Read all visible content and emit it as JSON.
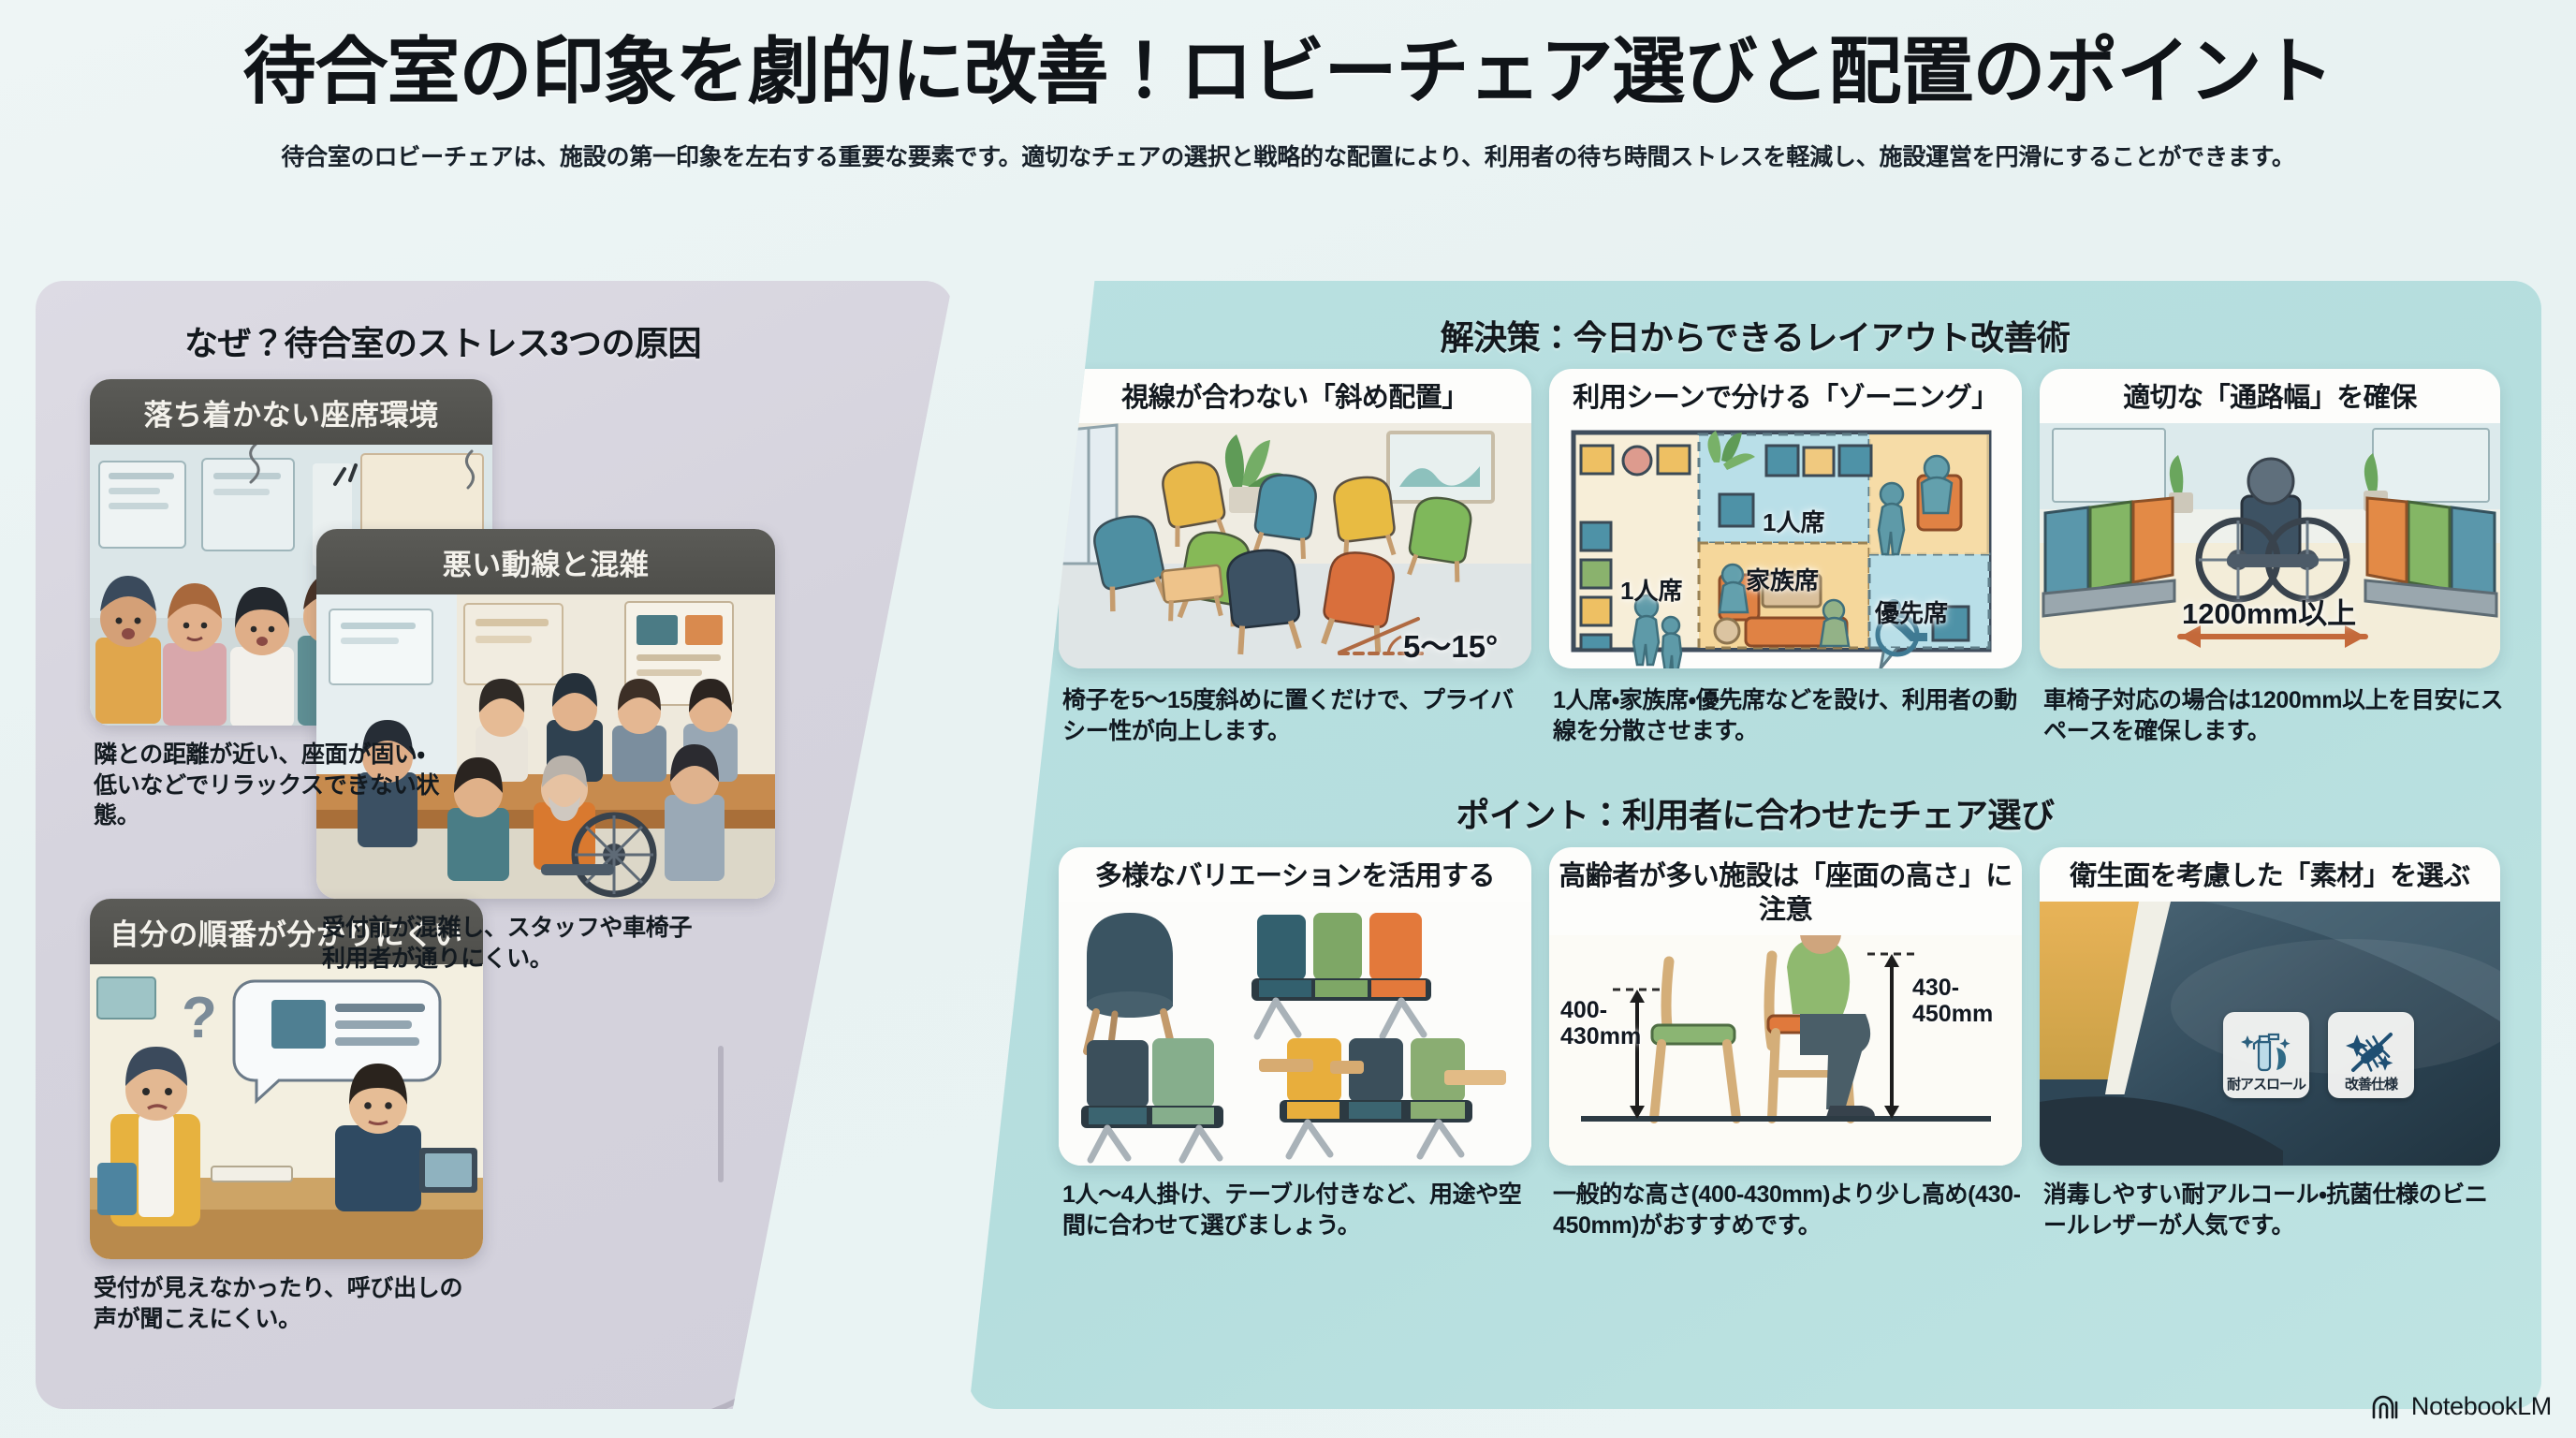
{
  "header": {
    "title": "待合室の印象を劇的に改善！ロビーチェア選びと配置のポイント",
    "subtitle": "待合室のロビーチェアは、施設の第一印象を左右する重要な要素です。適切なチェアの選択と戦略的な配置により、利用者の待ち時間ストレスを軽減し、施設運営を円滑にすることができます。"
  },
  "left_panel": {
    "heading": "なぜ？待合室のストレス3つの原因",
    "cards": [
      {
        "title": "落ち着かない座席環境",
        "note": "隣との距離が近い、座面が固い・低いなどでリラックスできない状態。"
      },
      {
        "title": "悪い動線と混雑",
        "note": "受付前が混雑し、スタッフや車椅子利用者が通りにくい。"
      },
      {
        "title": "自分の順番が分かりにくい",
        "note": "受付が見えなかったり、呼び出しの声が聞こえにくい。"
      }
    ]
  },
  "solutions": {
    "heading": "解決策：今日からできるレイアウト改善術",
    "cards": [
      {
        "title": "視線が合わない「斜め配置」",
        "note": "椅子を5〜15度斜めに置くだけで、プライバシー性が向上します。",
        "annotation": "5〜15°"
      },
      {
        "title": "利用シーンで分ける「ゾーニング」",
        "note": "1人席・家族席・優先席などを設け、利用者の動線を分散させます。",
        "zones": [
          "1人席",
          "1人席",
          "家族席",
          "優先席"
        ]
      },
      {
        "title": "適切な「通路幅」を確保",
        "note": "車椅子対応の場合は1200mm以上を目安にスペースを確保します。",
        "annotation": "1200mm以上"
      }
    ]
  },
  "points": {
    "heading": "ポイント：利用者に合わせたチェア選び",
    "cards": [
      {
        "title": "多様なバリエーションを活用する",
        "note": "1人〜4人掛け、テーブル付きなど、用途や空間に合わせて選びましょう。"
      },
      {
        "title": "高齢者が多い施設は「座面の高さ」に注意",
        "note": "一般的な高さ(400-430mm)より少し高め(430-450mm)がおすすめです。",
        "dim_left": "400-430mm",
        "dim_right": "430-450mm"
      },
      {
        "title": "衛生面を考慮した「素材」を選ぶ",
        "note": "消毒しやすい耐アルコール・抗菌仕様のビニールレザーが人気です。",
        "badges": [
          {
            "icon": "spray-bottle-icon",
            "label": "耐アスロール"
          },
          {
            "icon": "antibacterial-icon",
            "label": "改善仕様"
          }
        ]
      }
    ]
  },
  "watermark": {
    "label": "NotebookLM",
    "icon": "notebooklm-icon"
  },
  "colors": {
    "left_panel_bg": "#d5d3dd",
    "right_panel_bg": "#b8dfe0",
    "card_header_dark": "#52524e",
    "accent_orange": "#c96a3c",
    "text_dark": "#121820"
  }
}
